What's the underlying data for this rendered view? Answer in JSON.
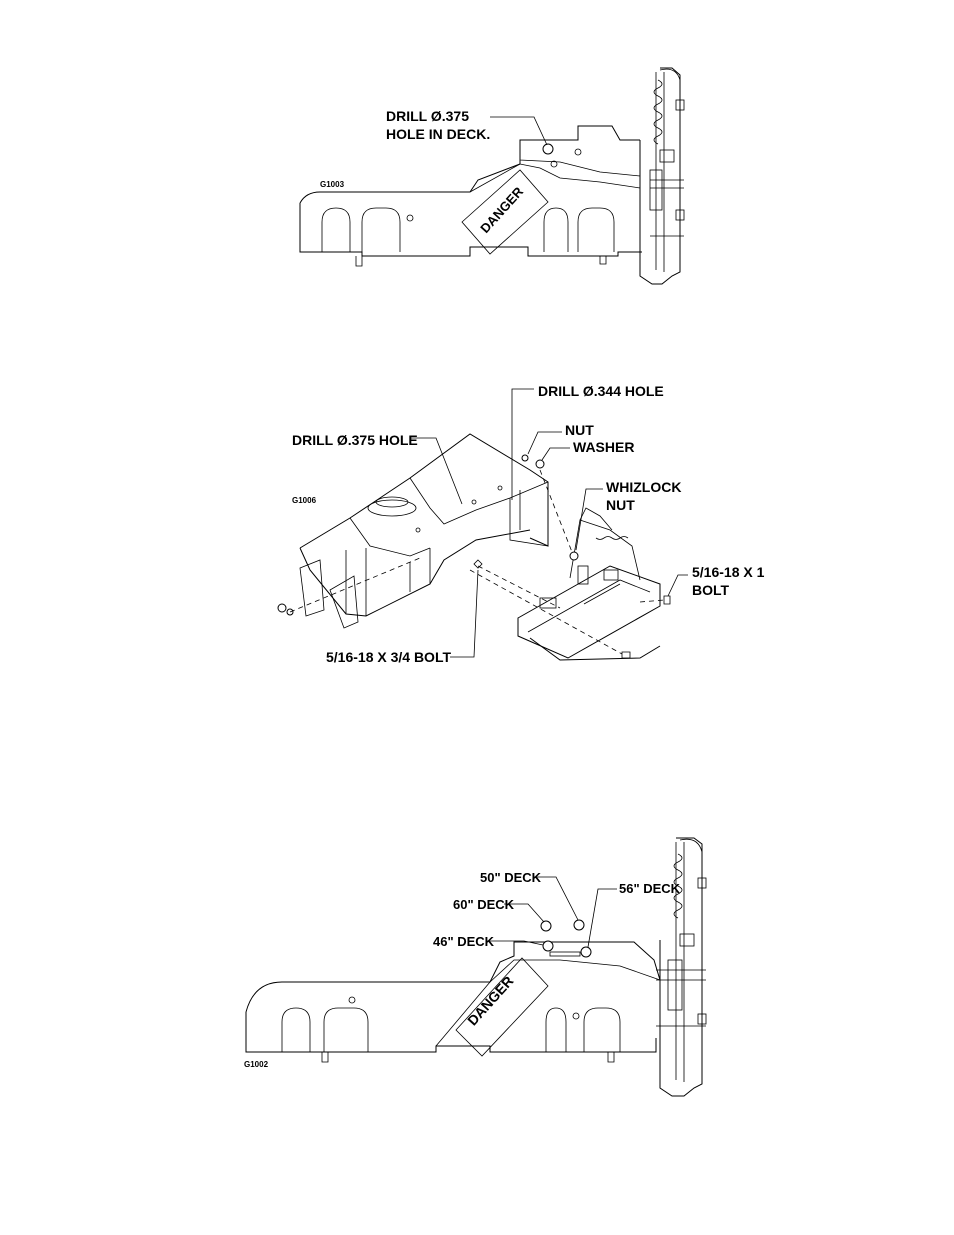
{
  "figure1": {
    "id": "G1003",
    "callout_line1": "DRILL Ø.375",
    "callout_line2": "HOLE IN DECK.",
    "decal": "DANGER"
  },
  "figure2": {
    "id": "G1006",
    "drill_344": "DRILL Ø.344 HOLE",
    "drill_375": "DRILL Ø.375 HOLE",
    "nut": "NUT",
    "washer": "WASHER",
    "whizlock_line1": "WHIZLOCK",
    "whizlock_line2": "NUT",
    "bolt1_line1": "5/16-18 X 1",
    "bolt1_line2": "BOLT",
    "bolt34": "5/16-18 X 3/4 BOLT"
  },
  "figure3": {
    "id": "G1002",
    "deck50": "50\" DECK",
    "deck56": "56\" DECK",
    "deck60": "60\" DECK",
    "deck46": "46\" DECK",
    "decal": "DANGER"
  }
}
